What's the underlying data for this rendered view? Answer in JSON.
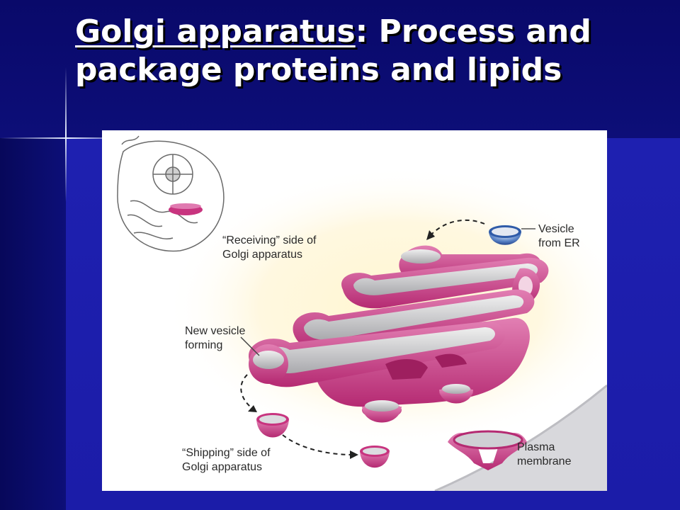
{
  "slide": {
    "title_term": "Golgi apparatus",
    "title_rest": ": Process and package proteins and lipids"
  },
  "figure": {
    "labels": {
      "receiving": [
        "“Receiving” side of",
        "Golgi apparatus"
      ],
      "vesicle_er": [
        "Vesicle",
        "from ER"
      ],
      "new_vesicle": [
        "New vesicle",
        "forming"
      ],
      "shipping": [
        "“Shipping” side of",
        "Golgi apparatus"
      ],
      "plasma": [
        "Plasma",
        "membrane"
      ]
    },
    "colors": {
      "golgi_magenta": "#c8347f",
      "golgi_light": "#e07ab0",
      "cavity_gray": "#b9b9bd",
      "vesicle_blue": "#2f5ba8",
      "glow": "#fff3c9"
    }
  }
}
